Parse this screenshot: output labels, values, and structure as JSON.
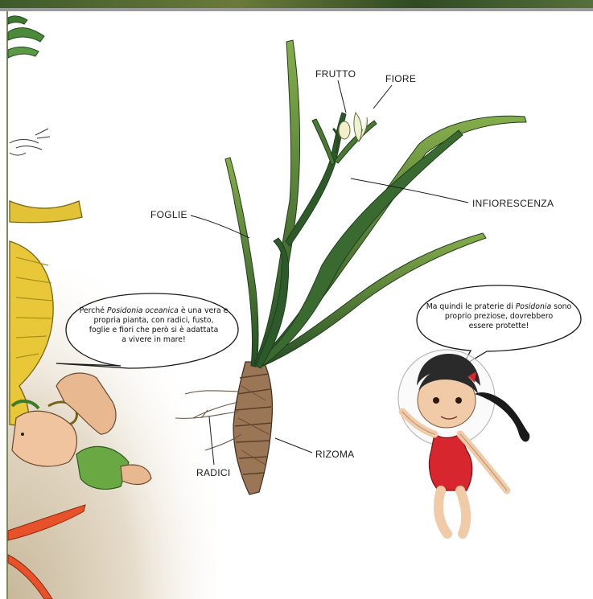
{
  "labels": {
    "frutto": "FRUTTO",
    "fiore": "FIORE",
    "infiorescenza": "INFIORESCENZA",
    "foglie": "FOGLIE",
    "rizoma": "RIZOMA",
    "radici": "RADICI"
  },
  "bubble_left": {
    "part1": "Perché ",
    "italic": "Posidonia oceanica",
    "part2": " è una vera e",
    "line2": "propria pianta, con radici, fusto,",
    "line3": "foglie e fiori che però si è adattata",
    "line4": "a vivere in mare!"
  },
  "bubble_right": {
    "part1": "Ma quindi le praterie di ",
    "italic": "Posidonia",
    "part2": " sono",
    "line2": "proprio preziose, dovrebbero",
    "line3": "essere protette!"
  },
  "colors": {
    "leaf_dark": "#2e5a2a",
    "leaf_light": "#6a9a3a",
    "rhizome": "#8a6a4a",
    "swimsuit": "#d8262e",
    "seahorse": "#e8c838",
    "starfish": "#e8522a"
  }
}
